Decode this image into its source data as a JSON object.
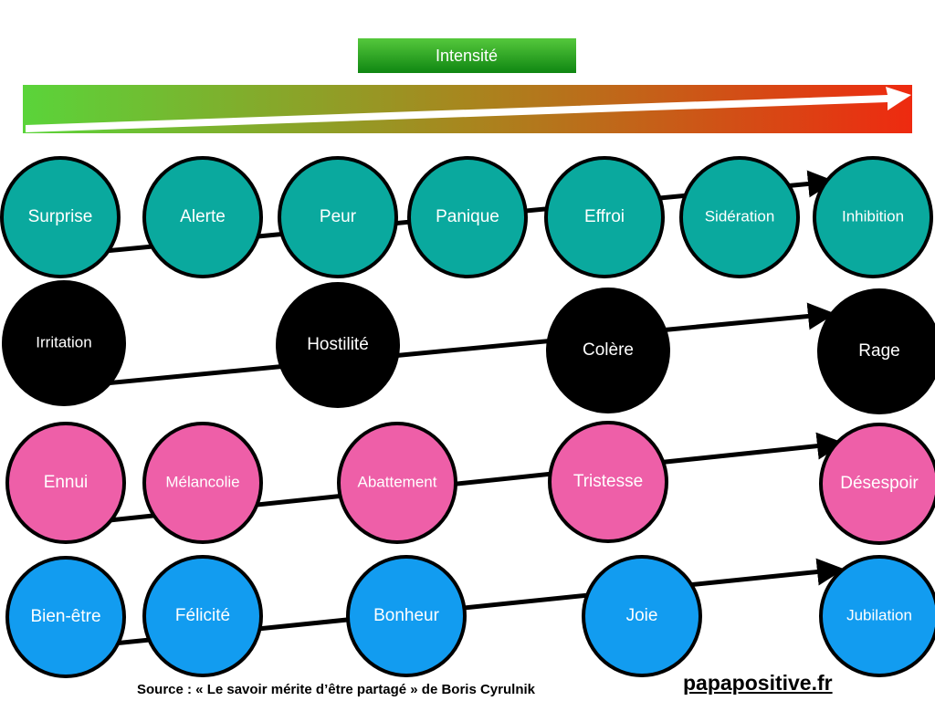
{
  "header": {
    "title": "Intensité",
    "gradient_start": "#5ad43a",
    "gradient_end": "#ee2a10"
  },
  "rows": [
    {
      "color": "#0aa99e",
      "items": [
        "Surprise",
        "Alerte",
        "Peur",
        "Panique",
        "Effroi",
        "Sidération",
        "Inhibition"
      ]
    },
    {
      "color": "#000000",
      "items": [
        "Irritation",
        "Hostilité",
        "Colère",
        "Rage"
      ]
    },
    {
      "color": "#ee5fa8",
      "items": [
        "Ennui",
        "Mélancolie",
        "Abattement",
        "Tristesse",
        "Désespoir"
      ]
    },
    {
      "color": "#129cf0",
      "items": [
        "Bien-être",
        "Félicité",
        "Bonheur",
        "Joie",
        "Jubilation"
      ]
    }
  ],
  "footer": {
    "source": "Source : « Le savoir mérite d’être partagé » de Boris Cyrulnik",
    "site": "papapositive.fr"
  }
}
